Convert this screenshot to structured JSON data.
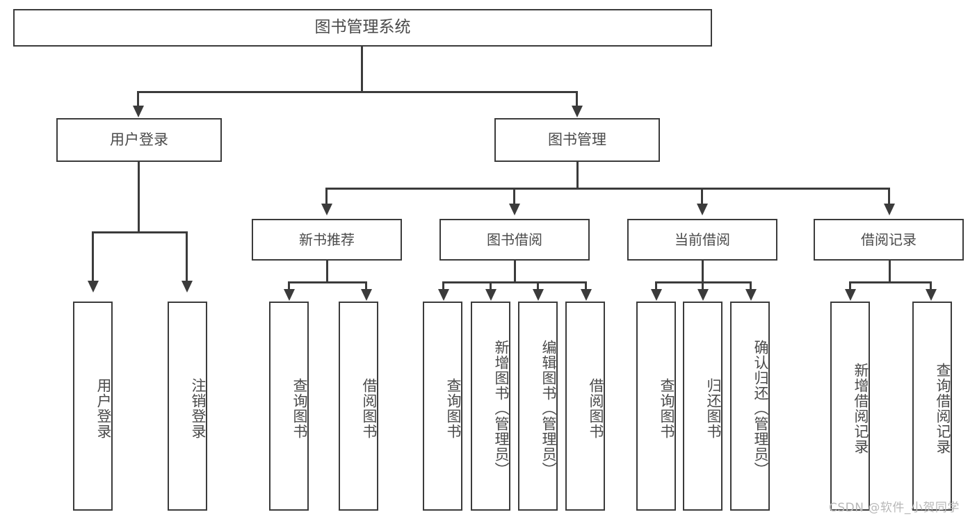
{
  "diagram": {
    "title": "图书管理系统",
    "root": {
      "label": "图书管理系统"
    },
    "level2": [
      {
        "label": "用户登录"
      },
      {
        "label": "图书管理"
      }
    ],
    "level3": [
      {
        "label": "新书推荐"
      },
      {
        "label": "图书借阅"
      },
      {
        "label": "当前借阅"
      },
      {
        "label": "借阅记录"
      }
    ],
    "leaves": {
      "user_login": [
        {
          "label": "用户登录"
        },
        {
          "label": "注销登录"
        }
      ],
      "new_book_recommend": [
        {
          "label": "查询图书"
        },
        {
          "label": "借阅图书"
        }
      ],
      "book_borrow": [
        {
          "label": "查询图书"
        },
        {
          "label": "新增图书（管理员）"
        },
        {
          "label": "编辑图书（管理员）"
        },
        {
          "label": "借阅图书"
        }
      ],
      "current_borrow": [
        {
          "label": "查询图书"
        },
        {
          "label": "归还图书"
        },
        {
          "label": "确认归还（管理员）"
        }
      ],
      "borrow_record": [
        {
          "label": "新增借阅记录"
        },
        {
          "label": "查询借阅记录"
        }
      ]
    }
  },
  "watermark": {
    "text": "CSDN @软件_小贺同学"
  },
  "colors": {
    "stroke": "#3b3b3b",
    "text": "#4a4a4a",
    "background": "#ffffff",
    "watermark": "#b8b8b8"
  }
}
